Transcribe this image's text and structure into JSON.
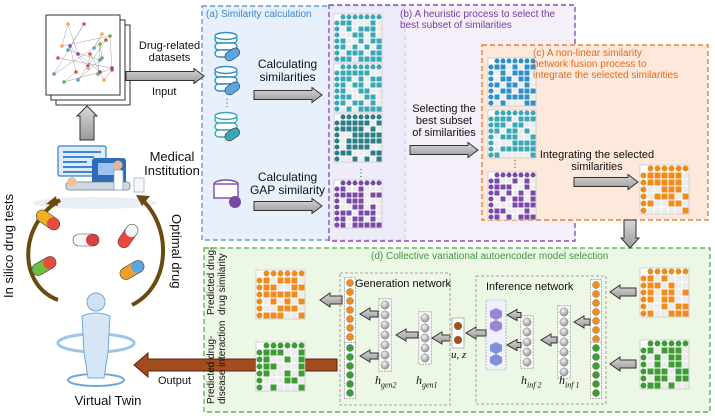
{
  "left": {
    "datasets_label": "Drug-related\ndatasets",
    "input_label": "Input",
    "institution_label": "Medical\nInstitution",
    "in_silico_label": "In silico drug tests",
    "optimal_label": "Optimal drug",
    "twin_label": "Virtual Twin",
    "output_label": "Output"
  },
  "panel_a": {
    "title": "(a) Similarity calculation",
    "calc_sim": "Calculating\nsimilarities",
    "calc_gap": "Calculating\nGAP similarity"
  },
  "panel_b": {
    "title": "(b) A heuristic process to select the\nbest subset of similarities",
    "select_label": "Selecting the\nbest subset\nof similarities"
  },
  "panel_c": {
    "title": "(c) A non-linear similarity\nnetwork fusion process to\nintegrate the selected similarities",
    "integrate_label": "Integrating the selected\nsimilarities"
  },
  "panel_d": {
    "title": "(d) Collective variational autoencoder model selection",
    "generation": "Generation network",
    "inference": "Inference network",
    "uz": "u, z",
    "h_gen2": "h",
    "h_gen2_sub": "gen2",
    "h_gen1": "h",
    "h_gen1_sub": "gen1",
    "h_inf2": "h",
    "h_inf2_sub": "inf 2",
    "h_inf1": "h",
    "h_inf1_sub": "inf 1",
    "pred_drug": "Predicted drug-\ndrug similarity",
    "pred_disease": "Predicted drug-\ndisease interaction"
  },
  "colors": {
    "teal": "#3aa7b4",
    "blue": "#2f8fc8",
    "purple": "#7a49a8",
    "orange": "#f08c1e",
    "green": "#3c9e32",
    "dark_teal": "#2b7e86"
  }
}
